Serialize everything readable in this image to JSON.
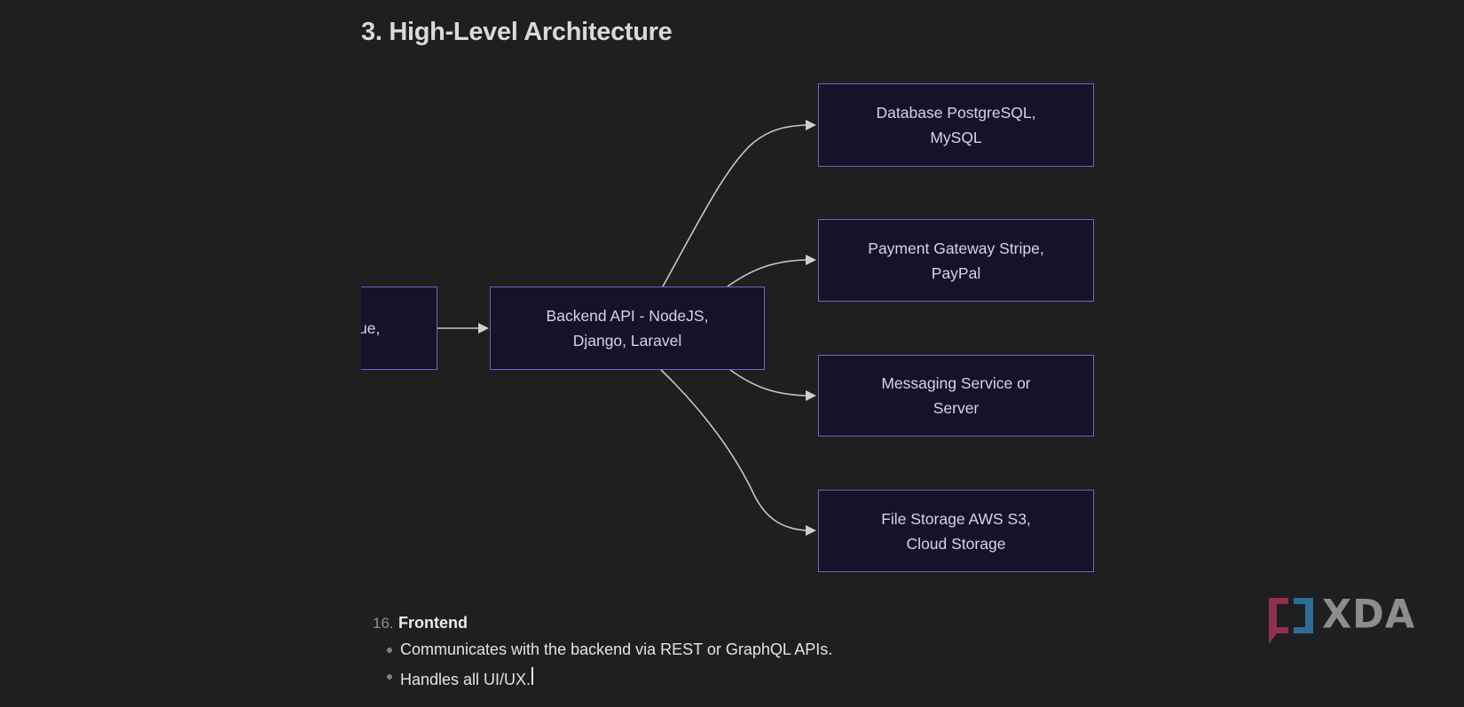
{
  "title": "3. High-Level Architecture",
  "diagram": {
    "clipped_node": {
      "label": "ue,"
    },
    "backend_node": {
      "label": "Backend API - NodeJS,\nDjango, Laravel"
    },
    "targets": [
      {
        "label": "Database PostgreSQL,\nMySQL"
      },
      {
        "label": "Payment Gateway Stripe,\nPayPal"
      },
      {
        "label": "Messaging Service or\nServer"
      },
      {
        "label": "File Storage AWS S3,\nCloud Storage"
      }
    ]
  },
  "notes": {
    "list_number": "16.",
    "list_title": "Frontend",
    "bullets": [
      "Communicates with the backend via REST or GraphQL APIs.",
      "Handles all UI/UX."
    ]
  },
  "branding": {
    "logo_text": "XDA"
  },
  "colors": {
    "background": "#1f1f1f",
    "node_fill": "#15122a",
    "node_border": "#7a5ec4",
    "node_text": "#d7d5de",
    "arrow": "#c6c6c6",
    "logo_red": "#8f3150",
    "logo_blue": "#2e6e96",
    "logo_gray": "#8d8d8d"
  }
}
